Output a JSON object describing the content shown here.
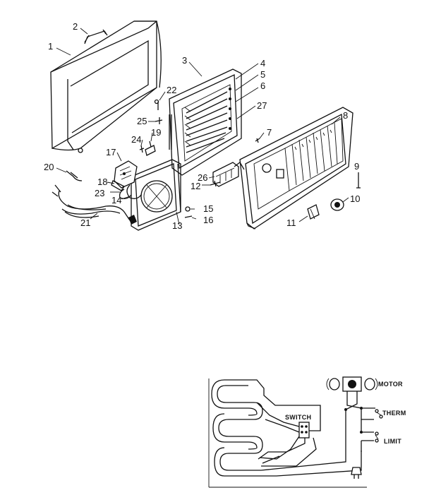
{
  "part_numbers": [
    "1",
    "2",
    "3",
    "4",
    "5",
    "6",
    "7",
    "8",
    "9",
    "10",
    "11",
    "12",
    "13",
    "14",
    "15",
    "16",
    "17",
    "18",
    "19",
    "20",
    "21",
    "22",
    "23",
    "24",
    "25",
    "26",
    "27"
  ],
  "wiring": {
    "switch": "SWITCH",
    "motor": "MOTOR",
    "therm": "THERM",
    "limit": "LIMIT"
  }
}
